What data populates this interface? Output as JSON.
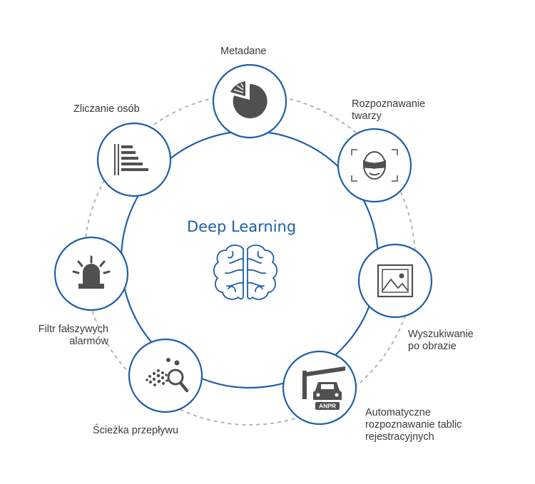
{
  "center_title": "Deep Learning",
  "colors": {
    "ring": "#1f5fa6",
    "icon": "#505050",
    "dashed": "#b4b4b4"
  },
  "features": [
    {
      "lines": [
        "Metadane"
      ],
      "icon": "pie-chart-icon"
    },
    {
      "lines": [
        "Rozpoznawanie",
        "twarzy"
      ],
      "icon": "face-recognition-icon"
    },
    {
      "lines": [
        "Wyszukiwanie",
        "po obrazie"
      ],
      "icon": "image-search-icon"
    },
    {
      "lines": [
        "Automatyczne",
        "rozpoznawanie tablic",
        "rejestracyjnych"
      ],
      "icon": "anpr-car-icon",
      "badge": "ANPR"
    },
    {
      "lines": [
        "Ścieżka przepływu"
      ],
      "icon": "flow-path-icon"
    },
    {
      "lines": [
        "Filtr fałszywych",
        "alarmów"
      ],
      "icon": "alarm-beacon-icon"
    },
    {
      "lines": [
        "Zliczanie osób"
      ],
      "icon": "people-counting-icon"
    }
  ]
}
